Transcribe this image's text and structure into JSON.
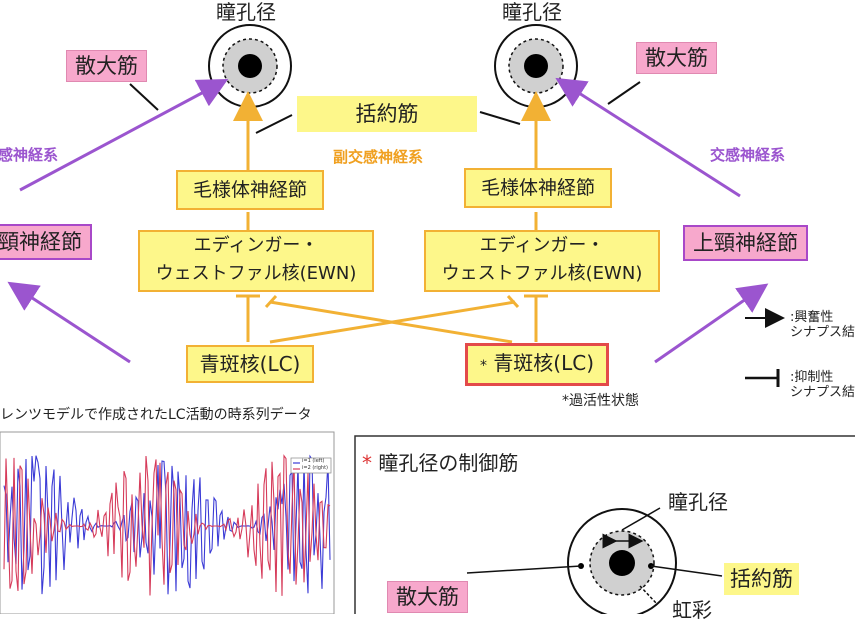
{
  "top": {
    "pupil_label_left": "瞳孔径",
    "pupil_label_right": "瞳孔径",
    "dilator_left": "散大筋",
    "dilator_right": "散大筋",
    "sphincter": "括約筋",
    "parasympathetic": "副交感神経系",
    "sympathetic_left": "感神経系",
    "sympathetic_right": "交感神経系",
    "ciliary_left": "毛様体神経節",
    "ciliary_right": "毛様体神経節",
    "ewn_left_line1": "エディンガー・",
    "ewn_left_line2": "ウェストファル核(EWN)",
    "ewn_right_line1": "エディンガー・",
    "ewn_right_line2": "ウェストファル核(EWN)",
    "scg_left": "頸神経節",
    "scg_right": "上頸神経節",
    "lc_left": "青斑核(LC)",
    "lc_right_mark": "*",
    "lc_right": "青斑核(LC)",
    "hyperactive_note": "*過活性状態"
  },
  "legend": {
    "excitatory_line1": ":興奮性",
    "excitatory_line2": "シナプス結",
    "inhibitory_line1": ":抑制性",
    "inhibitory_line2": "シナプス結"
  },
  "timeseries": {
    "caption": "レンツモデルで作成されたLC活動の時系列データ",
    "legend_left": "i=1 (left)",
    "legend_right": "i=2 (right)",
    "colors": {
      "left": "#3b3bd6",
      "right": "#d63b5a"
    }
  },
  "inset": {
    "title_mark": "*",
    "title": "瞳孔径の制御筋",
    "pupil": "瞳孔径",
    "dilator": "散大筋",
    "sphincter": "括約筋",
    "iris": "虹彩"
  }
}
